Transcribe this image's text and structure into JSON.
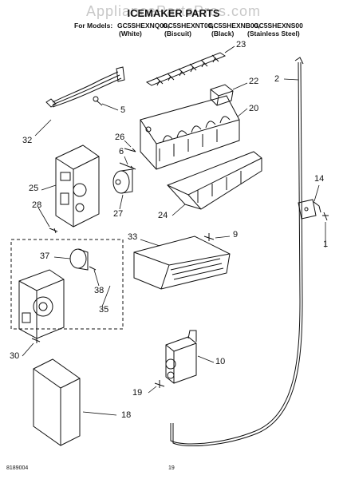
{
  "watermark": "AppliancePartsPros.com",
  "header": {
    "title": "ICEMAKER PARTS",
    "models_prefix": "For Models:",
    "models": [
      "GC5SHEXNQ00,",
      "GC5SHEXNT00,",
      "GC5SHEXNB00,",
      "GC5SHEXNS00"
    ],
    "variants": [
      "(White)",
      "(Biscuit)",
      "(Black)",
      "(Stainless Steel)"
    ]
  },
  "callouts": {
    "n23": "23",
    "n2": "2",
    "n22": "22",
    "n5": "5",
    "n20": "20",
    "n32": "32",
    "n26": "26",
    "n6": "6",
    "n25": "25",
    "n27": "27",
    "n24": "24",
    "n14": "14",
    "n28": "28",
    "n9": "9",
    "n1": "1",
    "n33": "33",
    "n37": "37",
    "n38": "38",
    "n35": "35",
    "n30": "30",
    "n10": "10",
    "n19": "19",
    "n18": "18"
  },
  "footer": {
    "doc_number": "8189004",
    "page_number": "19"
  }
}
